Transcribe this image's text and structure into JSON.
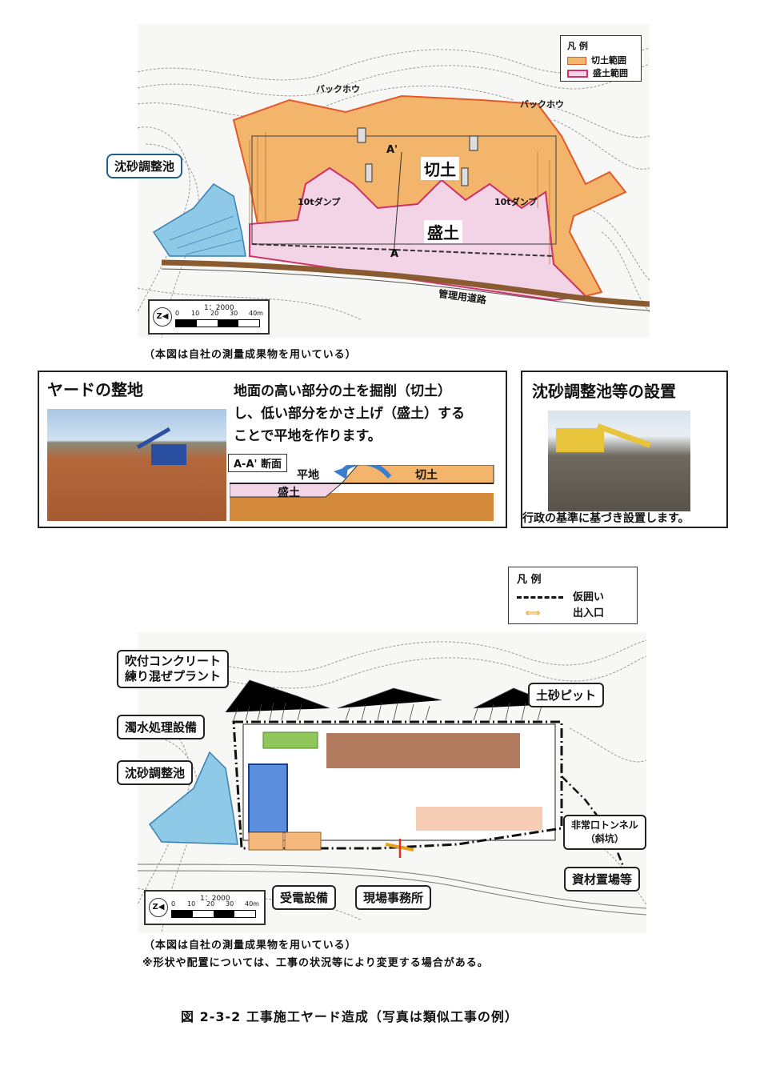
{
  "top_map": {
    "callout_pond": "沈砂調整池",
    "label_cut": "切土",
    "label_fill": "盛土",
    "label_backhoe_1": "バックホウ",
    "label_backhoe_2": "バックホウ",
    "label_dump_1": "10tダンプ",
    "label_dump_2": "10tダンプ",
    "label_a_prime": "A'",
    "label_a": "A",
    "label_road": "管理用道路",
    "legend": {
      "title": "凡 例",
      "items": [
        {
          "label": "切土範囲",
          "color": "#f3b46c"
        },
        {
          "label": "盛土範囲",
          "color": "#f3d3e6"
        }
      ]
    },
    "scale": {
      "ratio": "1：2000",
      "ticks": [
        "0",
        "10",
        "20",
        "30",
        "40m"
      ]
    },
    "caption": "（本図は自社の測量成果物を用いている）"
  },
  "panel_yard": {
    "title": "ヤードの整地",
    "body": [
      "地面の高い部分の土を掘削（切土）",
      "し、低い部分をかさ上げ（盛土）する",
      "ことで平地を作ります。"
    ],
    "section_label": "A-A' 断面",
    "label_flat": "平地",
    "label_cut": "切土",
    "label_fill": "盛土"
  },
  "panel_pond": {
    "title": "沈砂調整池等の設置",
    "note": "行政の基準に基づき設置します。"
  },
  "bottom_legend": {
    "title": "凡 例",
    "items": [
      {
        "label": "仮囲い",
        "icon": "dash-dot-line-icon"
      },
      {
        "label": "出入口",
        "icon": "double-arrow-icon"
      }
    ]
  },
  "bottom_map": {
    "callouts": {
      "plant_line1": "吹付コンクリート",
      "plant_line2": "練り混ぜプラント",
      "water": "濁水処理設備",
      "pond": "沈砂調整池",
      "soil_pit": "土砂ピット",
      "tunnel_line1": "非常口トンネル",
      "tunnel_line2": "（斜坑）",
      "materials": "資材置場等",
      "power": "受電設備",
      "office": "現場事務所"
    },
    "scale": {
      "ratio": "1：2000",
      "ticks": [
        "0",
        "10",
        "20",
        "30",
        "40m"
      ]
    },
    "caption_1": "（本図は自社の測量成果物を用いている）",
    "caption_2": "※形状や配置については、工事の状況等により変更する場合がある。"
  },
  "figure_caption": "図 2-3-2 工事施工ヤード造成（写真は類似工事の例）",
  "colors": {
    "cut": "#f3b46c",
    "fill": "#f3d3e6",
    "pond": "#8ec9e8",
    "plant": "#90c65a",
    "soil_pit": "#b27a5e",
    "water_facility": "#5b8fdd",
    "power": "#f4b87a",
    "materials": "#f7cdb5",
    "callout_border": "#1f5f8f"
  }
}
